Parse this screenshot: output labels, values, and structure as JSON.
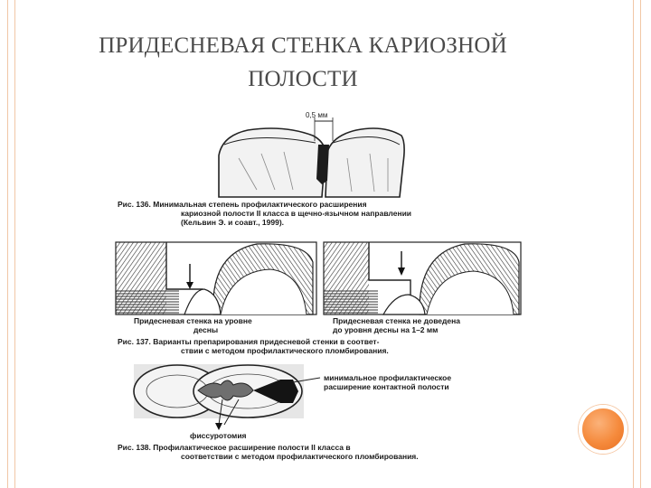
{
  "slide": {
    "title_line1": "ПРИДЕСНЕВАЯ СТЕНКА КАРИОЗНОЙ",
    "title_line2": "ПОЛОСТИ",
    "accent_color": "#f58a3c",
    "frame_color": "#f1c7a6"
  },
  "figure": {
    "fig136": {
      "measure_label": "0,5 мм",
      "caption_line1": "Рис. 136. Минимальная степень профилактического расширения",
      "caption_line2": "кариозной полости II класса в щечно-язычном направлении",
      "caption_line3": "(Кельвин Э. и соавт., 1999)."
    },
    "fig137": {
      "label_left_line1": "Придесневая стенка на уровне",
      "label_left_line2": "десны",
      "label_right_line1": "Придесневая стенка не доведена",
      "label_right_line2": "до уровня десны на 1–2 мм",
      "caption_line1": "Рис. 137. Варианты препарирования придесневой стенки в соответ-",
      "caption_line2": "ствии с методом профилактического пломбирования."
    },
    "fig138": {
      "label_right_line1": "минимальное профилактическое",
      "label_right_line2": "расширение контактной полости",
      "label_bottom": "фиссуротомия",
      "caption_line1": "Рис. 138. Профилактическое расширение полости II класса в",
      "caption_line2": "соответствии с методом профилактического пломбирования."
    }
  }
}
